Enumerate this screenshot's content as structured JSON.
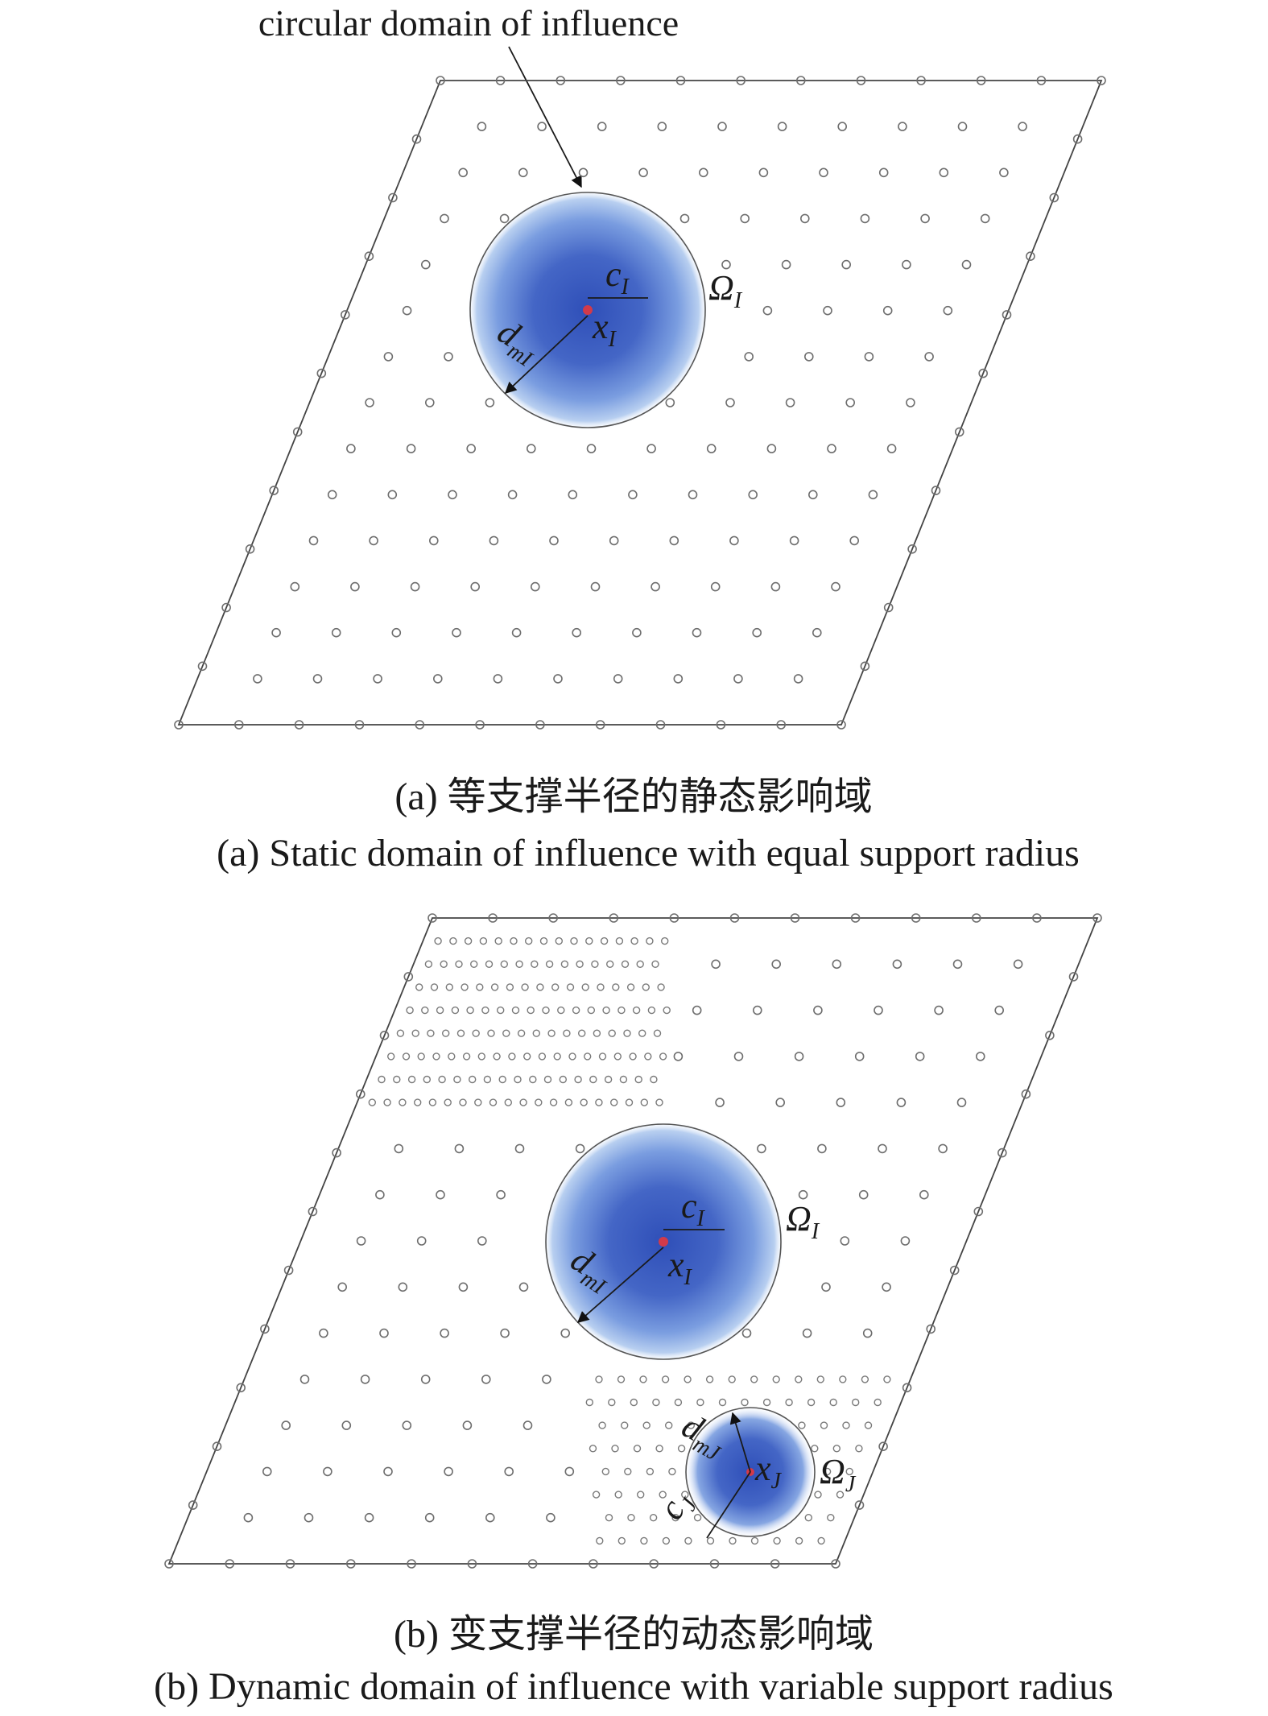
{
  "annotation_top": "circular domain of influence",
  "panel_a": {
    "caption_cn": "(a) 等支撑半径的静态影响域",
    "caption_en": "(a) Static domain of influence with equal support radius",
    "domain_symbol": "Ω",
    "domain_sub": "I",
    "c_symbol": "c",
    "c_sub": "I",
    "d_symbol": "d",
    "d_sub": "mI",
    "x_symbol": "x",
    "x_sub": "I"
  },
  "panel_b": {
    "caption_cn": "(b) 变支撑半径的动态影响域",
    "caption_en": "(b) Dynamic domain of influence with variable support radius",
    "domain_I_symbol": "Ω",
    "domain_I_sub": "I",
    "c_I_symbol": "c",
    "c_I_sub": "I",
    "d_I_symbol": "d",
    "d_I_sub": "mI",
    "x_I_symbol": "x",
    "x_I_sub": "I",
    "domain_J_symbol": "Ω",
    "domain_J_sub": "J",
    "d_J_symbol": "d",
    "d_J_sub": "mJ",
    "x_J_symbol": "x",
    "x_J_sub": "J",
    "c_J_symbol": "c",
    "c_J_sub": "J"
  },
  "colors": {
    "domain_center": "#2f4fb8",
    "domain_edge": "#8fb2e6",
    "center_point": "#d23a4a"
  }
}
